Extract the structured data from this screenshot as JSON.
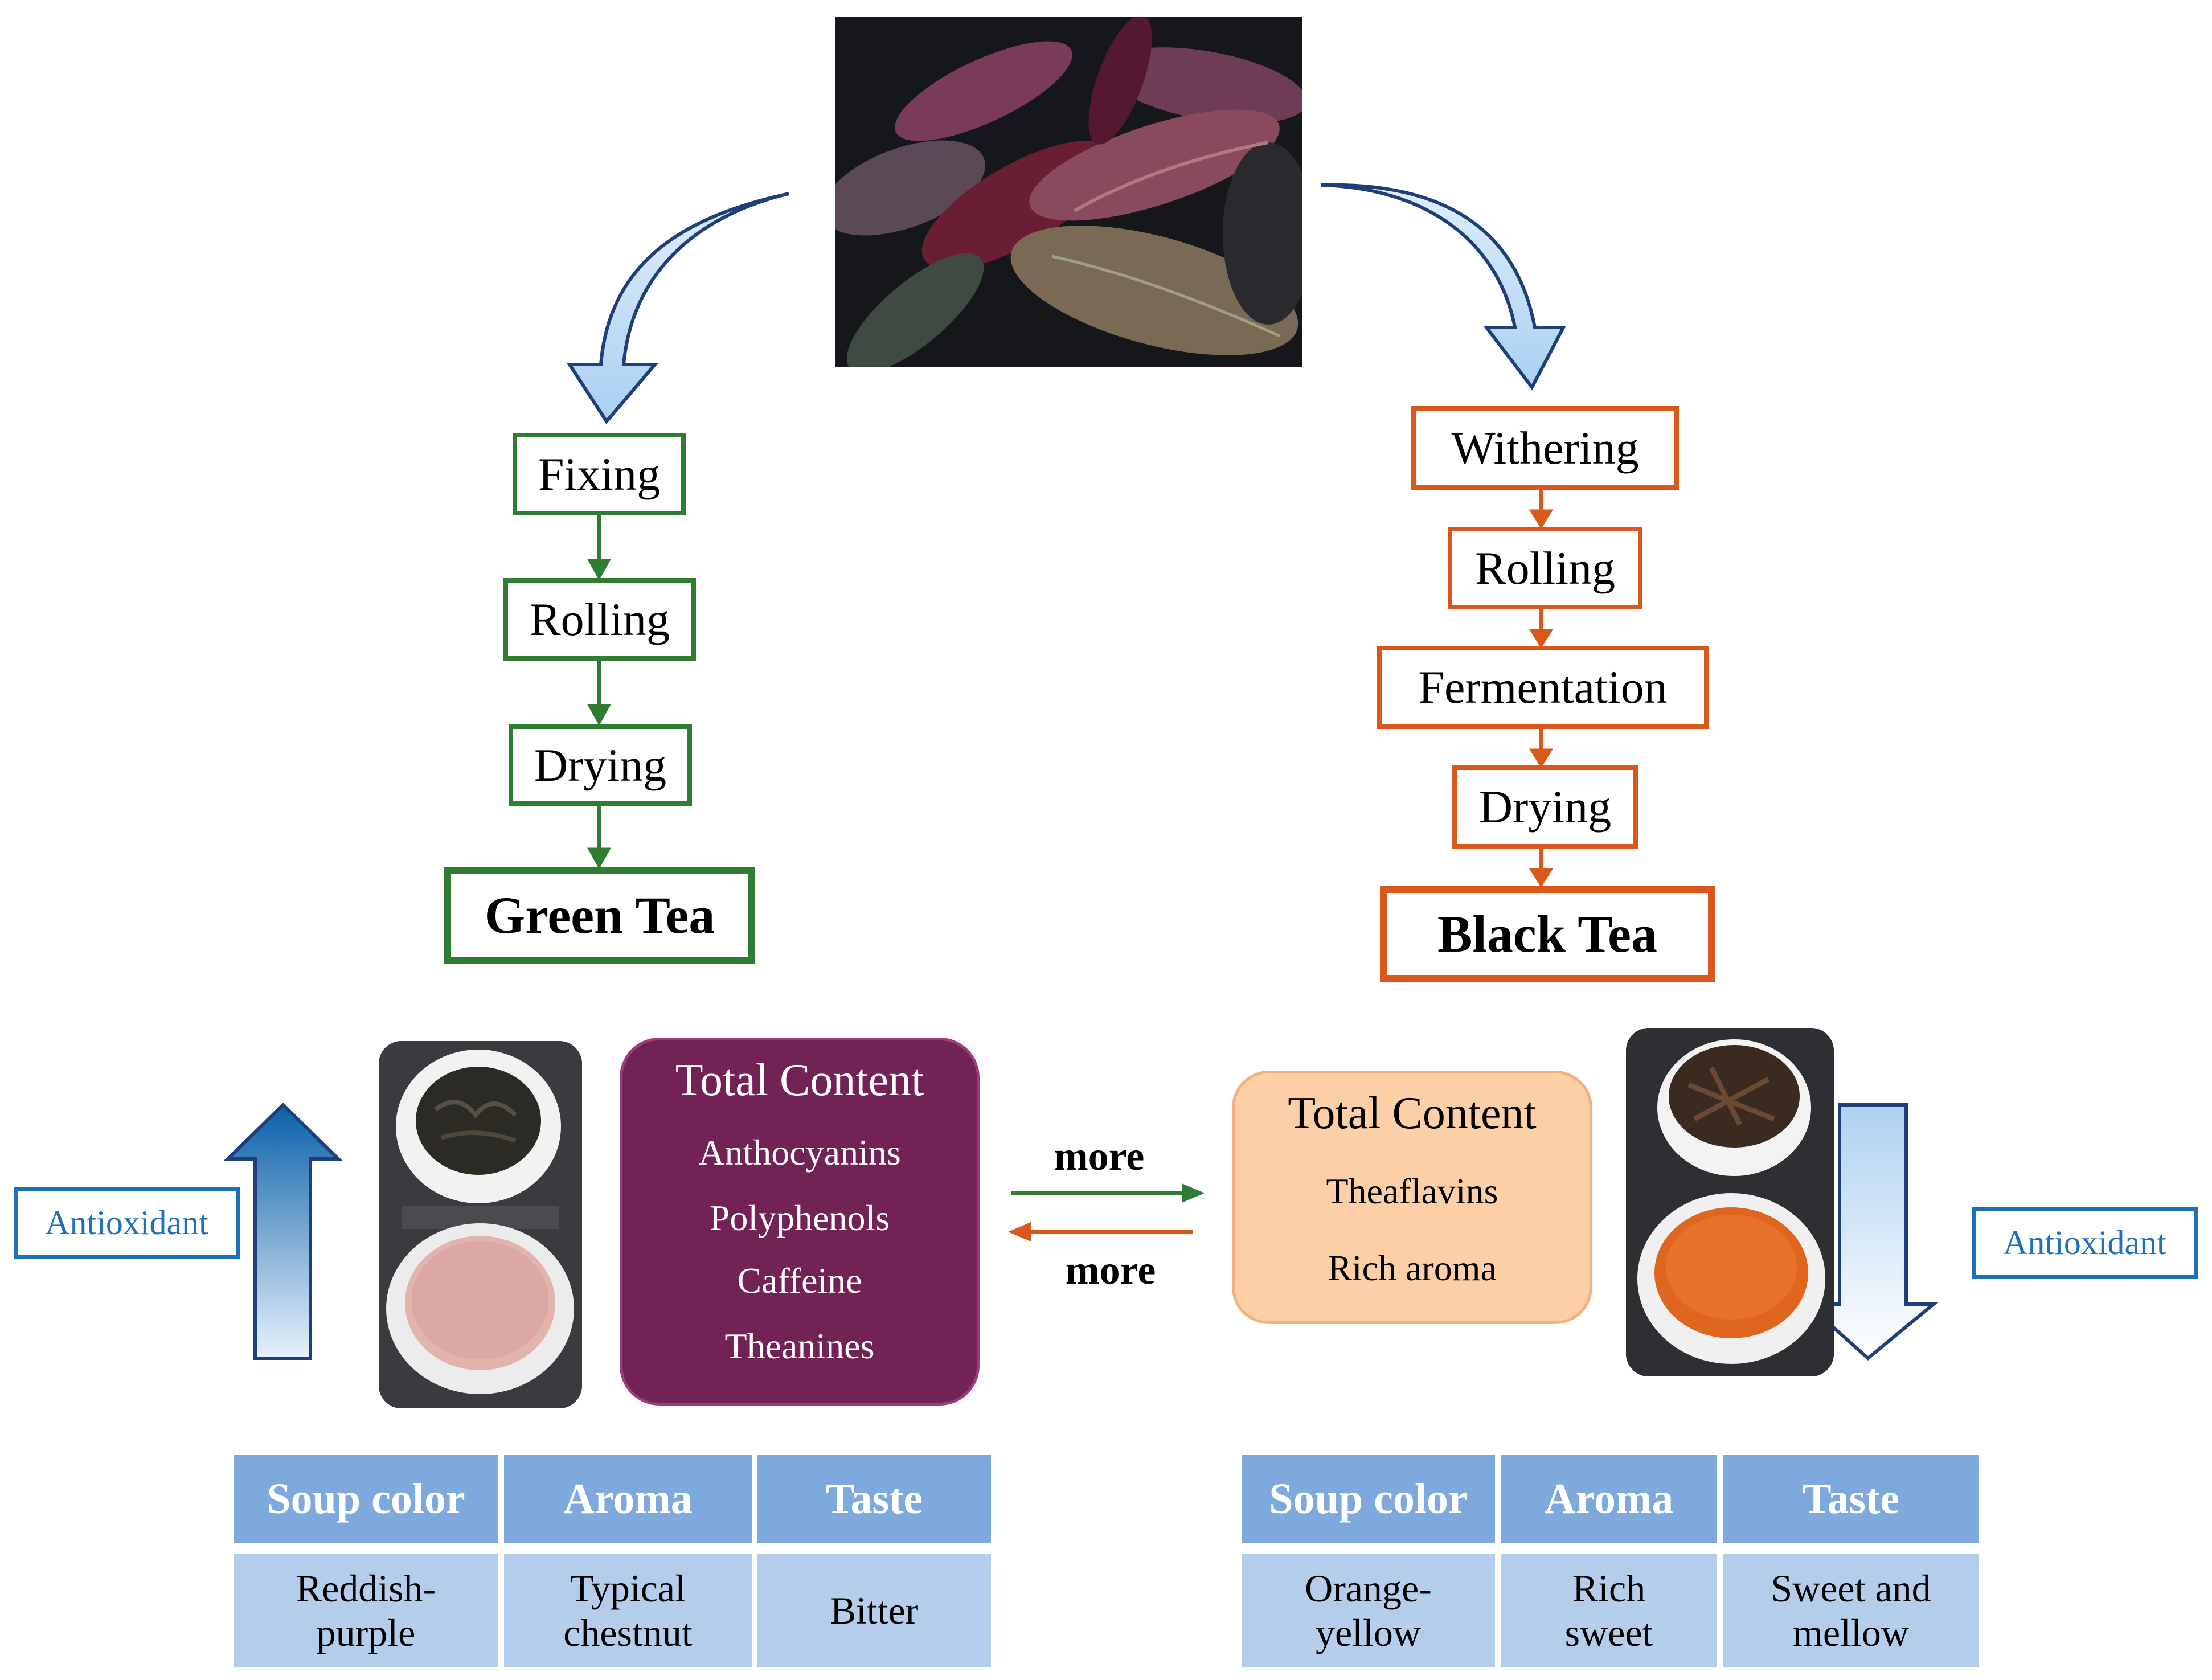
{
  "green_process": {
    "steps": [
      "Fixing",
      "Rolling",
      "Drying"
    ],
    "result": "Green Tea"
  },
  "black_process": {
    "steps": [
      "Withering",
      "Rolling",
      "Fermentation",
      "Drying"
    ],
    "result": "Black Tea"
  },
  "green_content": {
    "title": "Total Content",
    "items": [
      "Anthocyanins",
      "Polyphenols",
      "Caffeine",
      "Theanines"
    ]
  },
  "black_content": {
    "title": "Total Content",
    "items": [
      "Theaflavins",
      "Rich aroma"
    ]
  },
  "comparison": {
    "more_right": "more",
    "more_left": "more"
  },
  "antioxidant": {
    "left": "Antioxidant",
    "right": "Antioxidant"
  },
  "green_table": {
    "headers": [
      "Soup color",
      "Aroma",
      "Taste"
    ],
    "values": [
      [
        "Reddish-",
        "purple"
      ],
      [
        "Typical",
        "chestnut"
      ],
      [
        "Bitter"
      ]
    ]
  },
  "black_table": {
    "headers": [
      "Soup color",
      "Aroma",
      "Taste"
    ],
    "values": [
      [
        "Orange-",
        "yellow"
      ],
      [
        "Rich",
        "sweet"
      ],
      [
        "Sweet and",
        "mellow"
      ]
    ]
  },
  "colors": {
    "green": "#2e7d32",
    "orange": "#d9581a",
    "purple": "#722255",
    "peach": "#fdcfa6",
    "blue": "#1f6fba",
    "table_header": "#7ea9dc",
    "table_cell": "#b4cdea"
  }
}
